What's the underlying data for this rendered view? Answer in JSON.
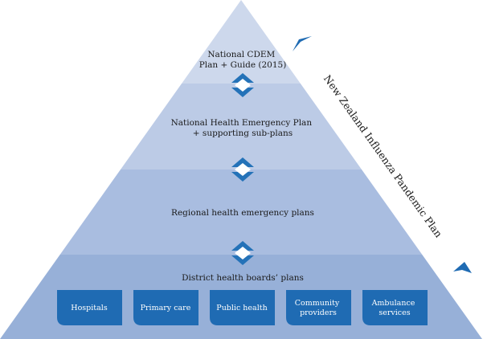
{
  "tiers": [
    {
      "lines": [
        "National CDEM",
        "Plan + Guide (2015)"
      ]
    },
    {
      "lines": [
        "National Health Emergency Plan",
        "+ supporting sub-plans"
      ]
    },
    {
      "lines": [
        "Regional health emergency plans"
      ]
    },
    {
      "lines": [
        "District health boards’ plans"
      ]
    }
  ],
  "boxes": [
    {
      "lines": [
        "Hospitals"
      ]
    },
    {
      "lines": [
        "Primary care"
      ]
    },
    {
      "lines": [
        "Public health"
      ]
    },
    {
      "lines": [
        "Community",
        "providers"
      ]
    },
    {
      "lines": [
        "Ambulance",
        "services"
      ]
    }
  ],
  "side_label": "New Zealand Influenza Pandemic Plan",
  "colors": {
    "tier1": "#cdd8ec",
    "tier2": "#bccbe6",
    "tier3": "#a9bde0",
    "tier4": "#97b0d8",
    "box": "#1f6bb3",
    "connector": "#2472b8",
    "arrow": "#1f6bb3"
  }
}
